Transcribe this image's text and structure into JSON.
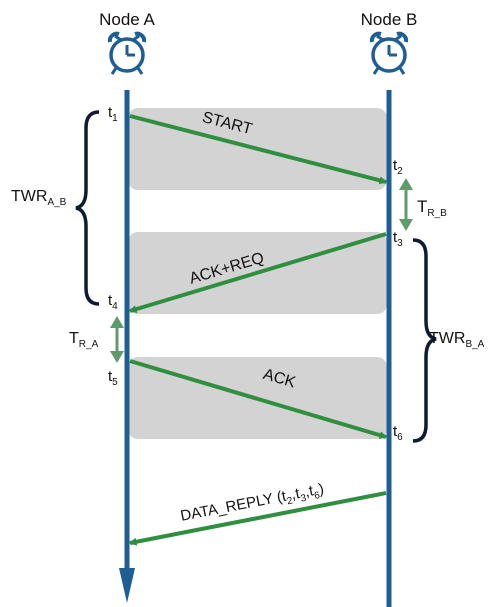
{
  "nodes": {
    "a": {
      "label": "Node A",
      "icon": "alarm-clock-icon"
    },
    "b": {
      "label": "Node B",
      "icon": "alarm-clock-icon"
    }
  },
  "timestamps": {
    "t1": {
      "base": "t",
      "sub": "1"
    },
    "t2": {
      "base": "t",
      "sub": "2"
    },
    "t3": {
      "base": "t",
      "sub": "3"
    },
    "t4": {
      "base": "t",
      "sub": "4"
    },
    "t5": {
      "base": "t",
      "sub": "5"
    },
    "t6": {
      "base": "t",
      "sub": "6"
    }
  },
  "messages": {
    "start": "START",
    "ack_req": "ACK+REQ",
    "ack": "ACK",
    "data_reply": {
      "prefix": "DATA_REPLY (t",
      "sub1": "2",
      "mid1": ",t",
      "sub2": "3",
      "mid2": ",t",
      "sub3": "6",
      "suffix": ")"
    }
  },
  "intervals": {
    "twr_ab": {
      "base": "TWR",
      "sub": "A_B"
    },
    "twr_ba": {
      "base": "TWR",
      "sub": "B_A"
    },
    "t_rb": {
      "base": "T",
      "sub": "R_B"
    },
    "t_ra": {
      "base": "T",
      "sub": "R_A"
    }
  },
  "colors": {
    "timeline": "#1f5d95",
    "message_arrow": "#2f8f3f",
    "message_band": "#d3d3d3",
    "interval_arrow": "#5f9a6a",
    "brace": "#0d1b33",
    "text": "#111111"
  }
}
